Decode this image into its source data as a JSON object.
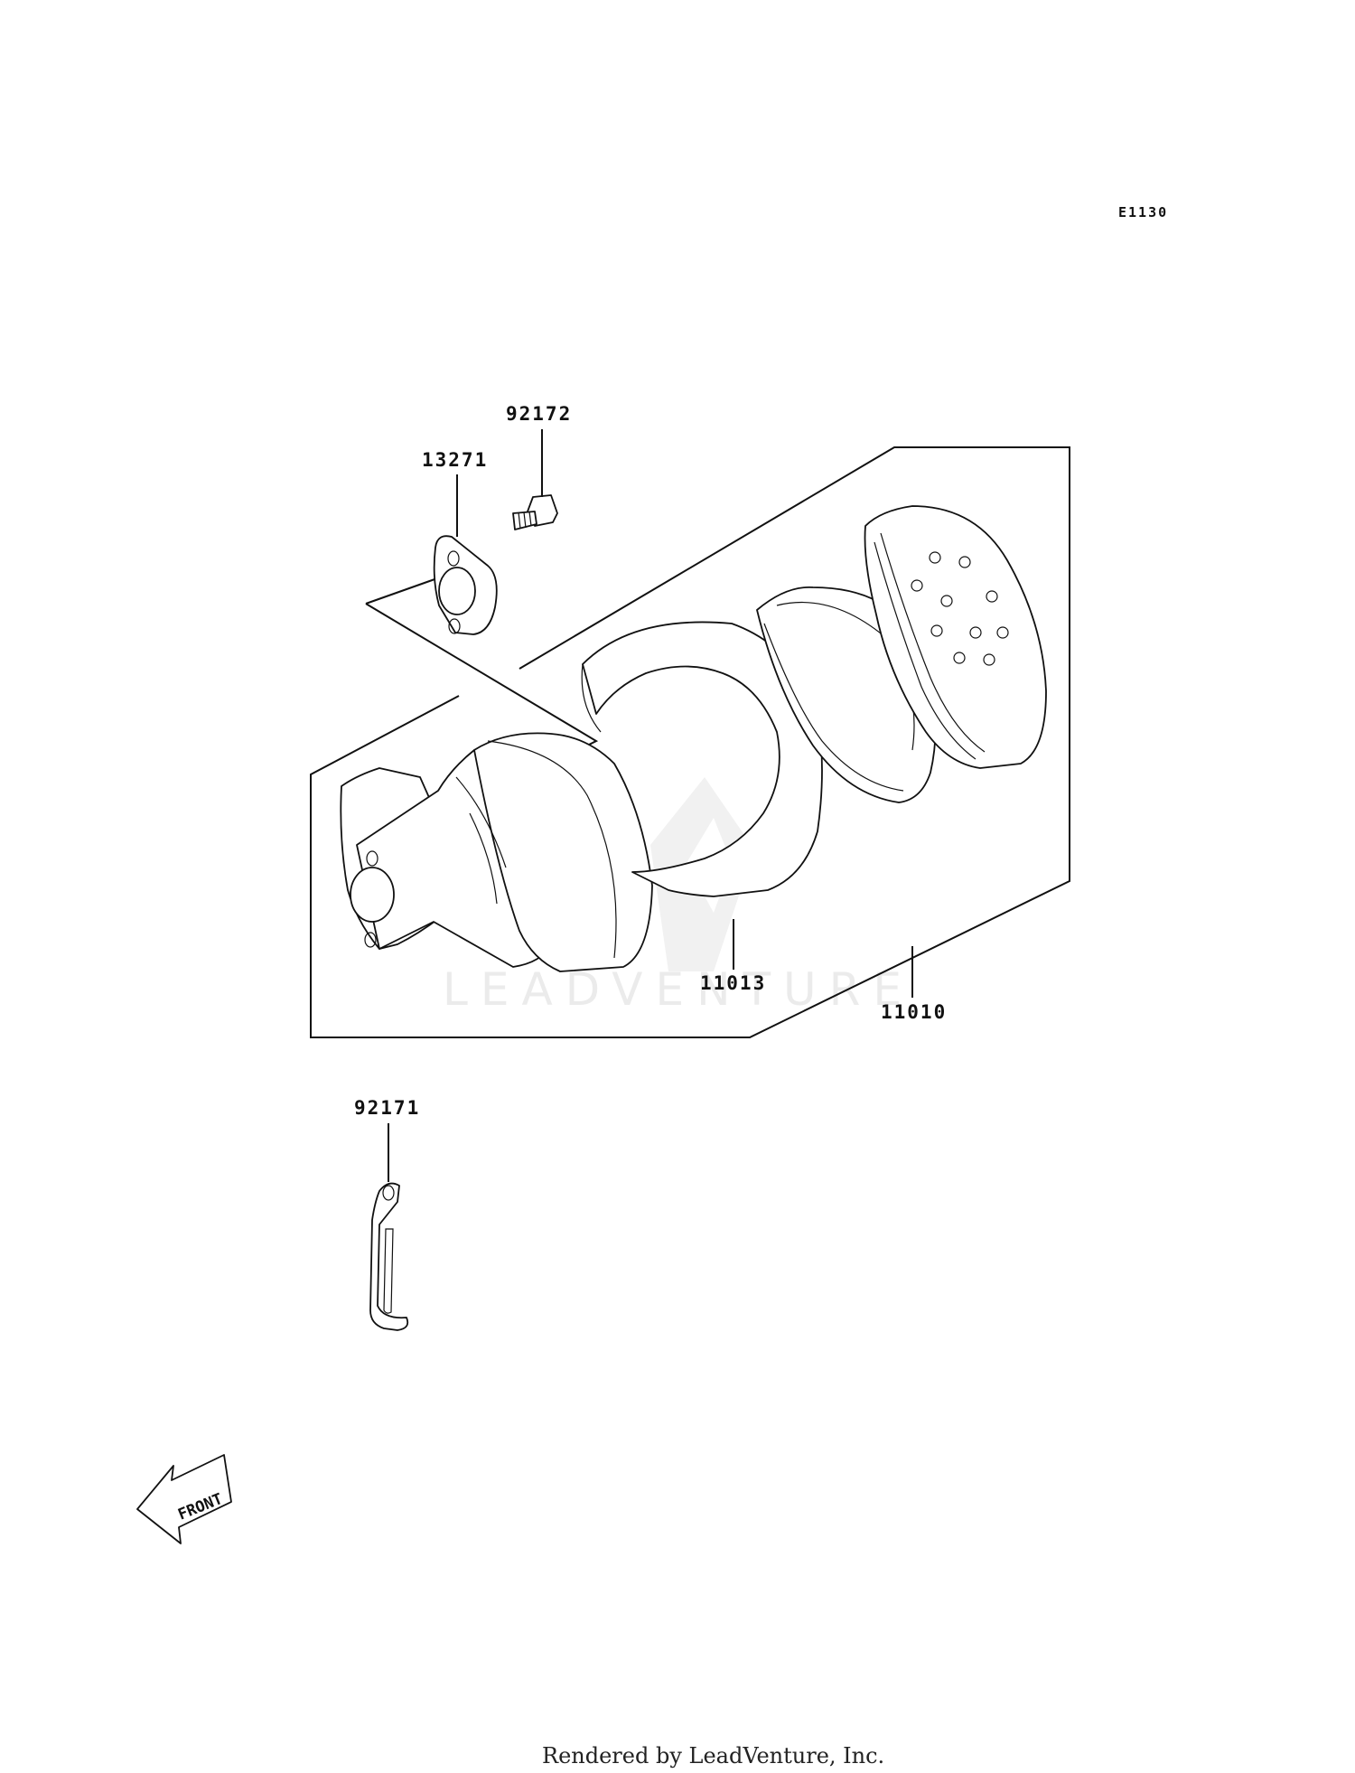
{
  "diagram": {
    "code": "E1130",
    "watermark": "LEADVENTURE",
    "footer": "Rendered by LeadVenture, Inc.",
    "front_label": "FRONT",
    "parts": [
      {
        "number": "92172"
      },
      {
        "number": "13271"
      },
      {
        "number": "11013"
      },
      {
        "number": "11010"
      },
      {
        "number": "92171"
      }
    ]
  }
}
